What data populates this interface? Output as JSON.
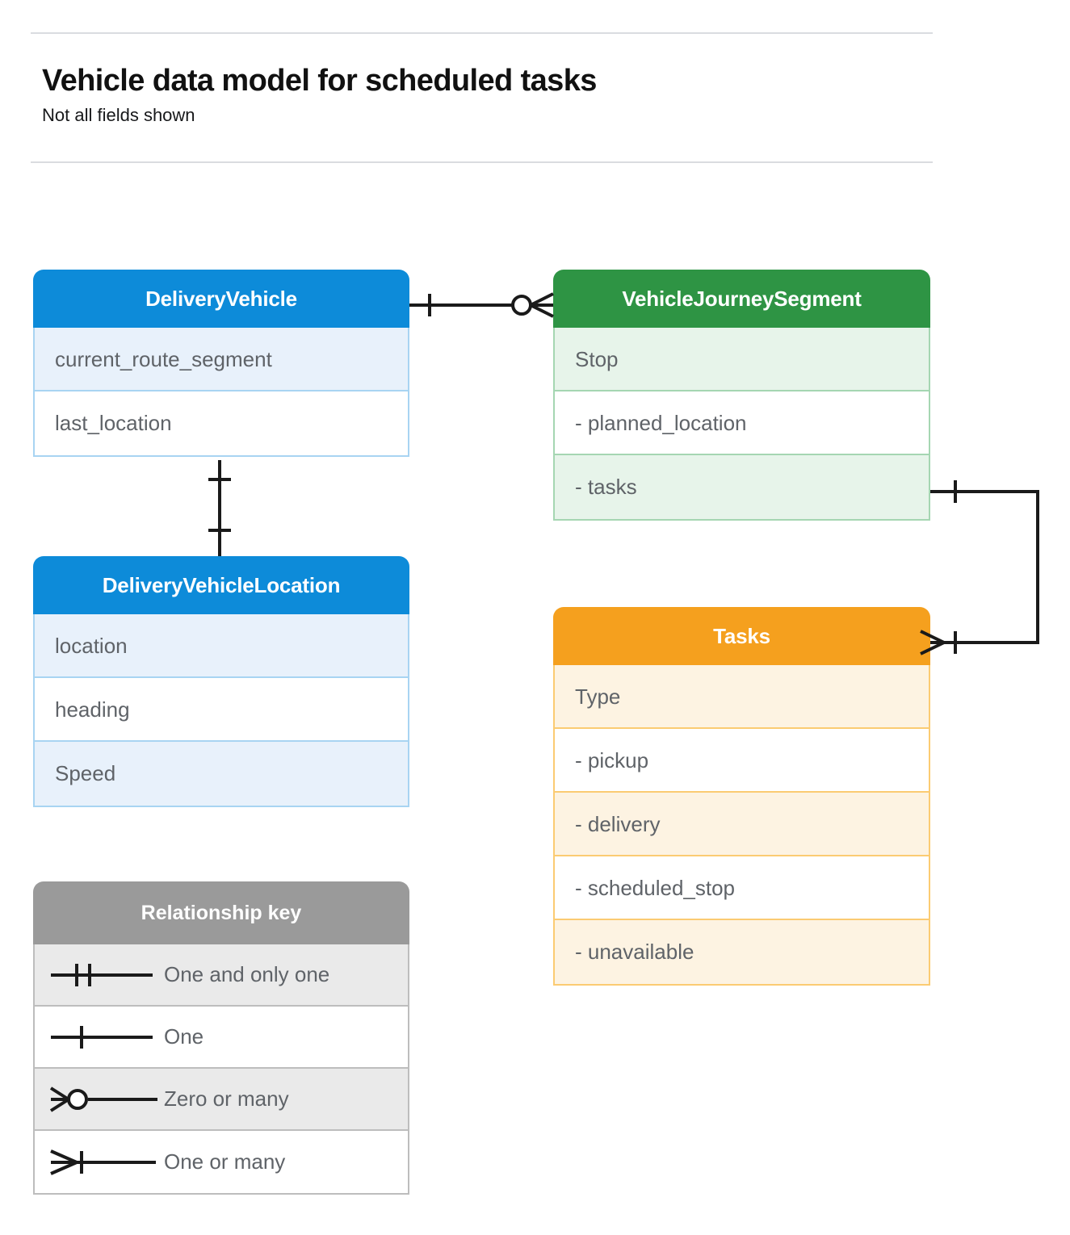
{
  "header": {
    "title": "Vehicle data model for scheduled tasks",
    "subtitle": "Not all fields shown"
  },
  "colors": {
    "blue_header": "#0d8bd9",
    "blue_row": "#e8f1fb",
    "blue_border": "#a8d4f2",
    "green_header": "#2e9444",
    "green_row": "#e7f4ea",
    "green_border": "#a5d6b2",
    "orange_header": "#f5a01e",
    "orange_row": "#fdf3e2",
    "orange_border": "#fbcb72",
    "gray_header": "#9a9a9a",
    "gray_row": "#eaeaea",
    "gray_border": "#bdbdbd",
    "text": "#5f6368",
    "line": "#1a1a1a"
  },
  "entities": [
    {
      "id": "delivery-vehicle",
      "title": "DeliveryVehicle",
      "rows": [
        {
          "label": "current_route_segment",
          "shaded": true
        },
        {
          "label": "last_location",
          "shaded": false
        }
      ]
    },
    {
      "id": "vehicle-journey-segment",
      "title": "VehicleJourneySegment",
      "rows": [
        {
          "label": "Stop",
          "shaded": true
        },
        {
          "label": "-  planned_location",
          "shaded": false
        },
        {
          "label": "- tasks",
          "shaded": true
        }
      ]
    },
    {
      "id": "delivery-vehicle-location",
      "title": "DeliveryVehicleLocation",
      "rows": [
        {
          "label": "location",
          "shaded": true
        },
        {
          "label": "heading",
          "shaded": false
        },
        {
          "label": "Speed",
          "shaded": true
        }
      ]
    },
    {
      "id": "tasks",
      "title": "Tasks",
      "rows": [
        {
          "label": "Type",
          "shaded": true
        },
        {
          "label": "-  pickup",
          "shaded": false
        },
        {
          "label": "-  delivery",
          "shaded": true
        },
        {
          "label": "-  scheduled_stop",
          "shaded": false
        },
        {
          "label": "-  unavailable",
          "shaded": true
        }
      ]
    }
  ],
  "legend": {
    "title": "Relationship key",
    "items": [
      {
        "glyph": "one-and-only-one-icon",
        "label": "One and only one",
        "shaded": true
      },
      {
        "glyph": "one-icon",
        "label": "One",
        "shaded": false
      },
      {
        "glyph": "zero-or-many-icon",
        "label": "Zero or many",
        "shaded": true
      },
      {
        "glyph": "one-or-many-icon",
        "label": "One or many",
        "shaded": false
      }
    ]
  },
  "relationships": [
    {
      "id": "vehicle-to-journey-segment",
      "from": "DeliveryVehicle",
      "to": "VehicleJourneySegment",
      "from_cardinality": "One",
      "to_cardinality": "Zero or many"
    },
    {
      "id": "vehicle-to-vehicle-location",
      "from": "DeliveryVehicle",
      "to": "DeliveryVehicleLocation",
      "from_cardinality": "One",
      "to_cardinality": "One"
    },
    {
      "id": "journey-segment-tasks-to-tasks",
      "from": "VehicleJourneySegment",
      "to": "Tasks",
      "from_cardinality": "One",
      "to_cardinality": "One or many"
    }
  ]
}
